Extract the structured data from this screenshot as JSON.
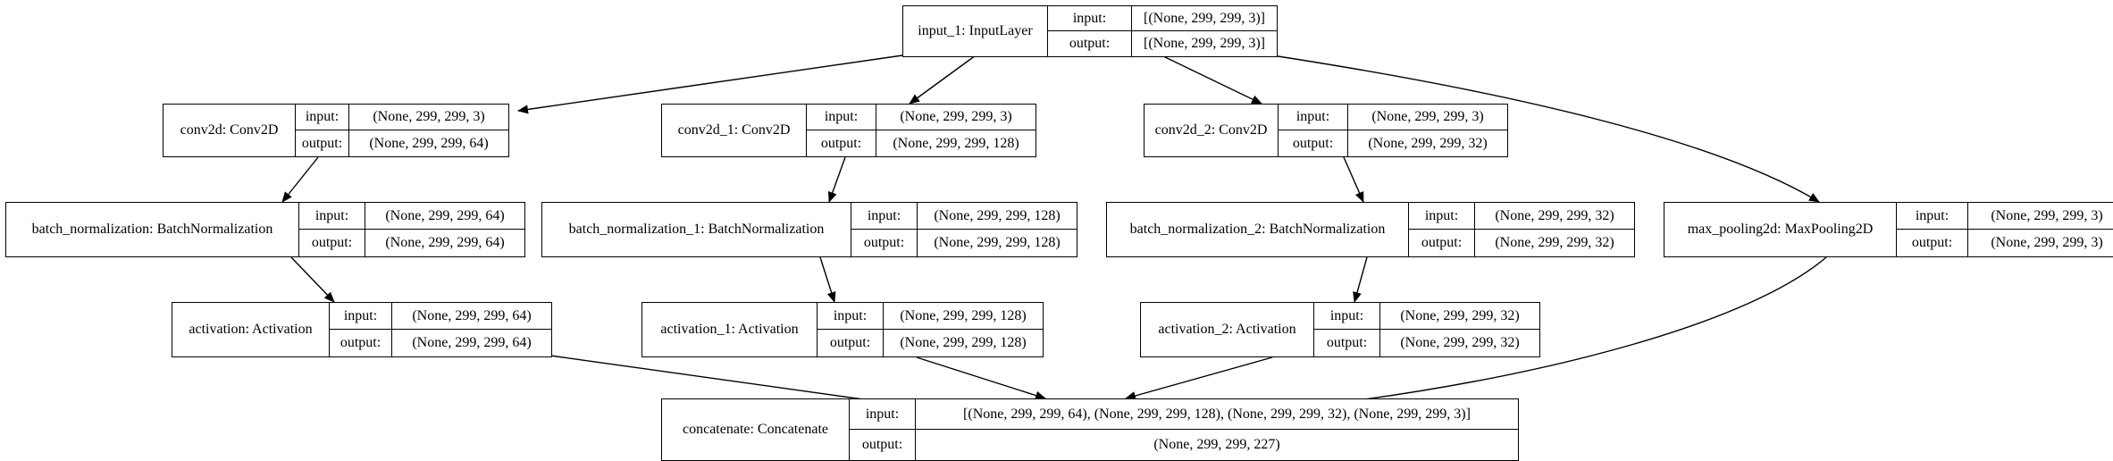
{
  "diagram": {
    "nodes": [
      {
        "id": "input_1",
        "name": "input_1: InputLayer",
        "input_label": "input:",
        "output_label": "output:",
        "input": "[(None, 299, 299, 3)]",
        "output": "[(None, 299, 299, 3)]"
      },
      {
        "id": "conv2d",
        "name": "conv2d: Conv2D",
        "input_label": "input:",
        "output_label": "output:",
        "input": "(None, 299, 299, 3)",
        "output": "(None, 299, 299, 64)"
      },
      {
        "id": "conv2d_1",
        "name": "conv2d_1: Conv2D",
        "input_label": "input:",
        "output_label": "output:",
        "input": "(None, 299, 299, 3)",
        "output": "(None, 299, 299, 128)"
      },
      {
        "id": "conv2d_2",
        "name": "conv2d_2: Conv2D",
        "input_label": "input:",
        "output_label": "output:",
        "input": "(None, 299, 299, 3)",
        "output": "(None, 299, 299, 32)"
      },
      {
        "id": "bn",
        "name": "batch_normalization: BatchNormalization",
        "input_label": "input:",
        "output_label": "output:",
        "input": "(None, 299, 299, 64)",
        "output": "(None, 299, 299, 64)"
      },
      {
        "id": "bn_1",
        "name": "batch_normalization_1: BatchNormalization",
        "input_label": "input:",
        "output_label": "output:",
        "input": "(None, 299, 299, 128)",
        "output": "(None, 299, 299, 128)"
      },
      {
        "id": "bn_2",
        "name": "batch_normalization_2: BatchNormalization",
        "input_label": "input:",
        "output_label": "output:",
        "input": "(None, 299, 299, 32)",
        "output": "(None, 299, 299, 32)"
      },
      {
        "id": "maxpool",
        "name": "max_pooling2d: MaxPooling2D",
        "input_label": "input:",
        "output_label": "output:",
        "input": "(None, 299, 299, 3)",
        "output": "(None, 299, 299, 3)"
      },
      {
        "id": "act",
        "name": "activation: Activation",
        "input_label": "input:",
        "output_label": "output:",
        "input": "(None, 299, 299, 64)",
        "output": "(None, 299, 299, 64)"
      },
      {
        "id": "act_1",
        "name": "activation_1: Activation",
        "input_label": "input:",
        "output_label": "output:",
        "input": "(None, 299, 299, 128)",
        "output": "(None, 299, 299, 128)"
      },
      {
        "id": "act_2",
        "name": "activation_2: Activation",
        "input_label": "input:",
        "output_label": "output:",
        "input": "(None, 299, 299, 32)",
        "output": "(None, 299, 299, 32)"
      },
      {
        "id": "concat",
        "name": "concatenate: Concatenate",
        "input_label": "input:",
        "output_label": "output:",
        "input": "[(None, 299, 299, 64), (None, 299, 299, 128), (None, 299, 299, 32), (None, 299, 299, 3)]",
        "output": "(None, 299, 299, 227)"
      }
    ],
    "edges": [
      [
        "input_1",
        "conv2d"
      ],
      [
        "input_1",
        "conv2d_1"
      ],
      [
        "input_1",
        "conv2d_2"
      ],
      [
        "input_1",
        "maxpool"
      ],
      [
        "conv2d",
        "bn"
      ],
      [
        "conv2d_1",
        "bn_1"
      ],
      [
        "conv2d_2",
        "bn_2"
      ],
      [
        "bn",
        "act"
      ],
      [
        "bn_1",
        "act_1"
      ],
      [
        "bn_2",
        "act_2"
      ],
      [
        "act",
        "concat"
      ],
      [
        "act_1",
        "concat"
      ],
      [
        "act_2",
        "concat"
      ],
      [
        "maxpool",
        "concat"
      ]
    ]
  }
}
